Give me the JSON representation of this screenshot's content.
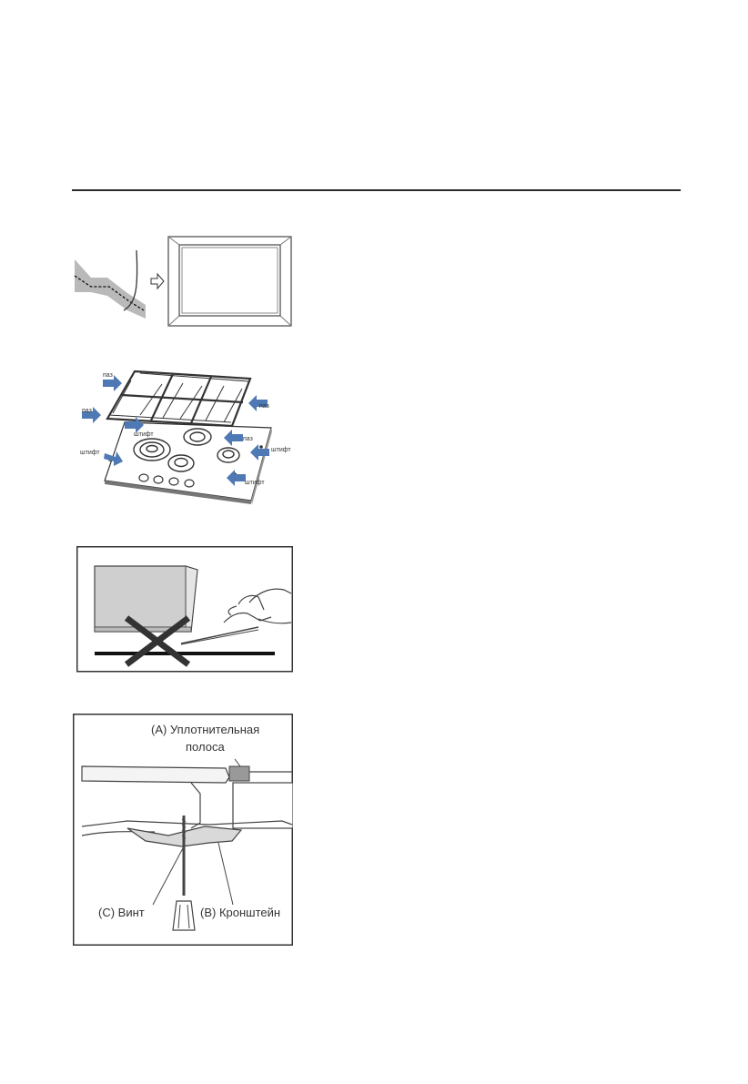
{
  "fig2": {
    "lbl_paz": "паз",
    "lbl_shtift": "штифт"
  },
  "fig4": {
    "label_a_line1": "(A)  Уплотнительная",
    "label_a_line2": "полоса",
    "label_c": "(C)  Винт",
    "label_b": "(B) Кронштейн"
  }
}
